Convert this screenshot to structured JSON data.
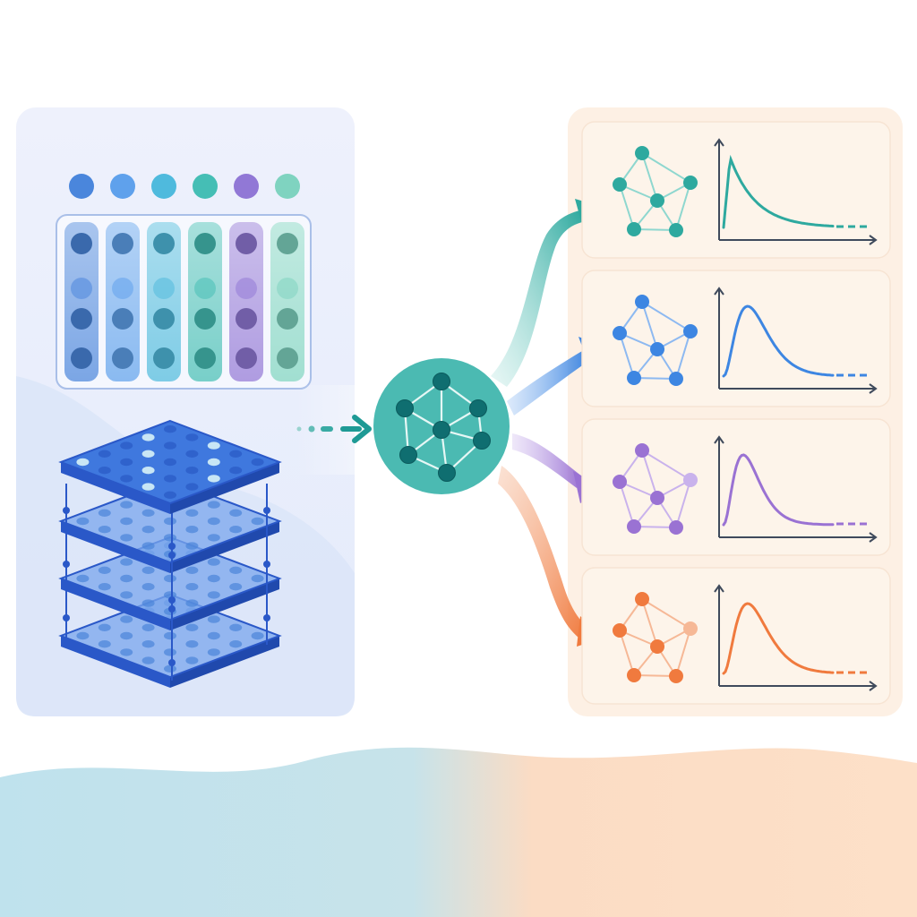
{
  "palette": {
    "background": "#ffffff",
    "left_panel_fill": "#eef2fc",
    "right_panel_fill": "#fdf0e4",
    "wave_blue": "#bfe2ed",
    "wave_peach": "#fde0c8",
    "hub_fill": "#4bbab2",
    "hub_inner": "#0f6e70",
    "grid_dark": "#2a58c8",
    "grid_mid": "#3f78de",
    "grid_light": "#6f9fe8",
    "arrow_connector": "#1e9a95"
  },
  "token_colors": [
    "#4a86dc",
    "#5fa1ec",
    "#4fbadd",
    "#45beb5",
    "#9178d6",
    "#7fd3c0"
  ],
  "outputs": [
    {
      "name": "teal",
      "color": "#2ea99f",
      "light": "#8ed7cf",
      "peak": 0.0
    },
    {
      "name": "blue",
      "color": "#3d86e2",
      "light": "#8db9f1",
      "peak": 0.22
    },
    {
      "name": "purple",
      "color": "#9a72d3",
      "light": "#c9b2ec",
      "peak": 0.18
    },
    {
      "name": "orange",
      "color": "#f07a3e",
      "light": "#f6b896",
      "peak": 0.22
    }
  ]
}
